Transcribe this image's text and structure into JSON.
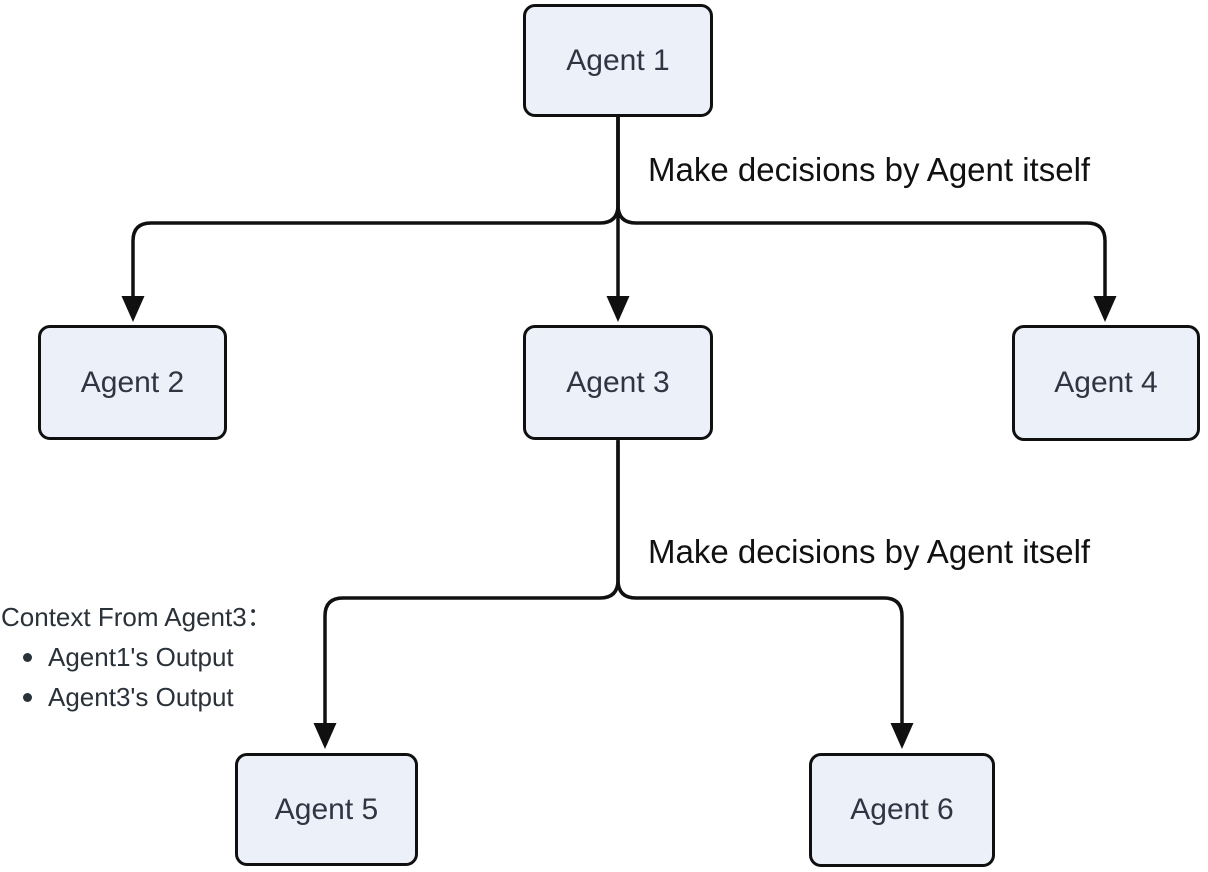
{
  "diagram": {
    "nodes": [
      {
        "id": "agent1",
        "label": "Agent 1"
      },
      {
        "id": "agent2",
        "label": "Agent 2"
      },
      {
        "id": "agent3",
        "label": "Agent 3"
      },
      {
        "id": "agent4",
        "label": "Agent 4"
      },
      {
        "id": "agent5",
        "label": "Agent 5"
      },
      {
        "id": "agent6",
        "label": "Agent 6"
      }
    ],
    "edge_labels": [
      {
        "id": "label-top",
        "text": "Make decisions by Agent itself"
      },
      {
        "id": "label-bottom",
        "text": "Make decisions by Agent itself"
      }
    ],
    "context_note": {
      "title": "Context From Agent3：",
      "items": [
        "Agent1's Output",
        "Agent3's Output"
      ]
    },
    "colors": {
      "background": "#FFFFFF",
      "node_fill": "#ECF1F9",
      "node_border": "#101010",
      "node_text": "#2F3542",
      "edge": "#101010",
      "edge_label_text": "#111111",
      "note_text": "#2A3138"
    }
  }
}
